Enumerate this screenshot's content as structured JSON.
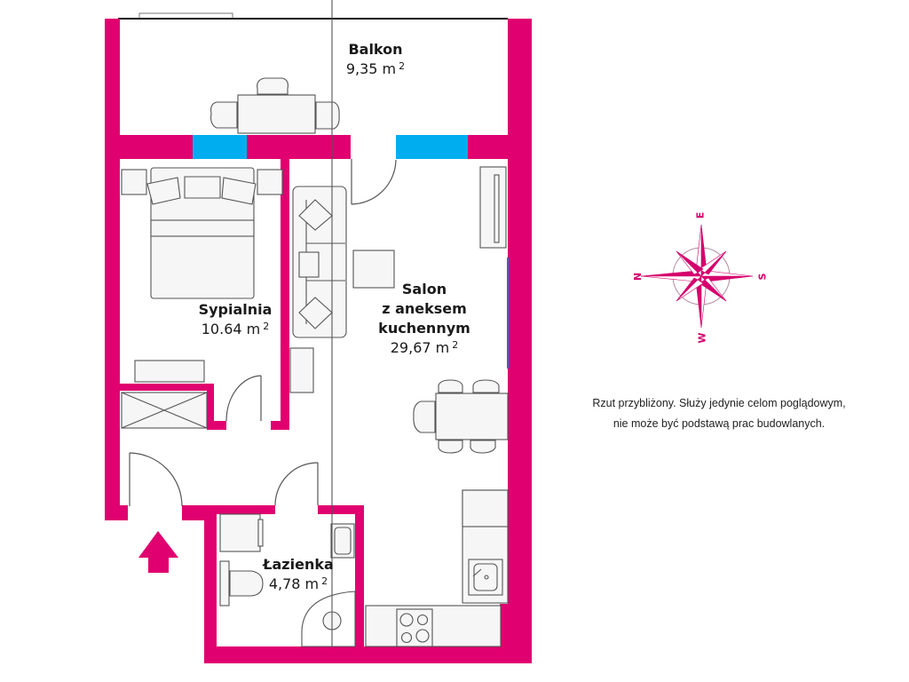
{
  "plan": {
    "colors": {
      "wall": "#e0006f",
      "window": "#00aeef",
      "furniture_stroke": "#555555",
      "furniture_fill": "#f4f4f4",
      "compass": "#d6006d"
    },
    "rooms": [
      {
        "id": "balkon",
        "name": "Balkon",
        "area_value": "9,35 m",
        "area_unit_sup": "2"
      },
      {
        "id": "sypialnia",
        "name": "Sypialnia",
        "area_value": "10.64 m",
        "area_unit_sup": "2"
      },
      {
        "id": "salon",
        "name_lines": [
          "Salon",
          "z aneksem",
          "kuchennym"
        ],
        "area_value": "29,67 m",
        "area_unit_sup": "2"
      },
      {
        "id": "lazienka",
        "name": "Łazienka",
        "area_value": "4,78 m",
        "area_unit_sup": "2"
      }
    ],
    "entrance_icon": "entrance-arrow-icon"
  },
  "compass": {
    "icon": "compass-rose-icon",
    "labels": {
      "top": "E",
      "right": "S",
      "bottom": "W",
      "left": "N"
    }
  },
  "note": {
    "line1": "Rzut przybliżony. Służy jedynie celom poglądowym,",
    "line2": "nie może być podstawą prac budowlanych."
  }
}
